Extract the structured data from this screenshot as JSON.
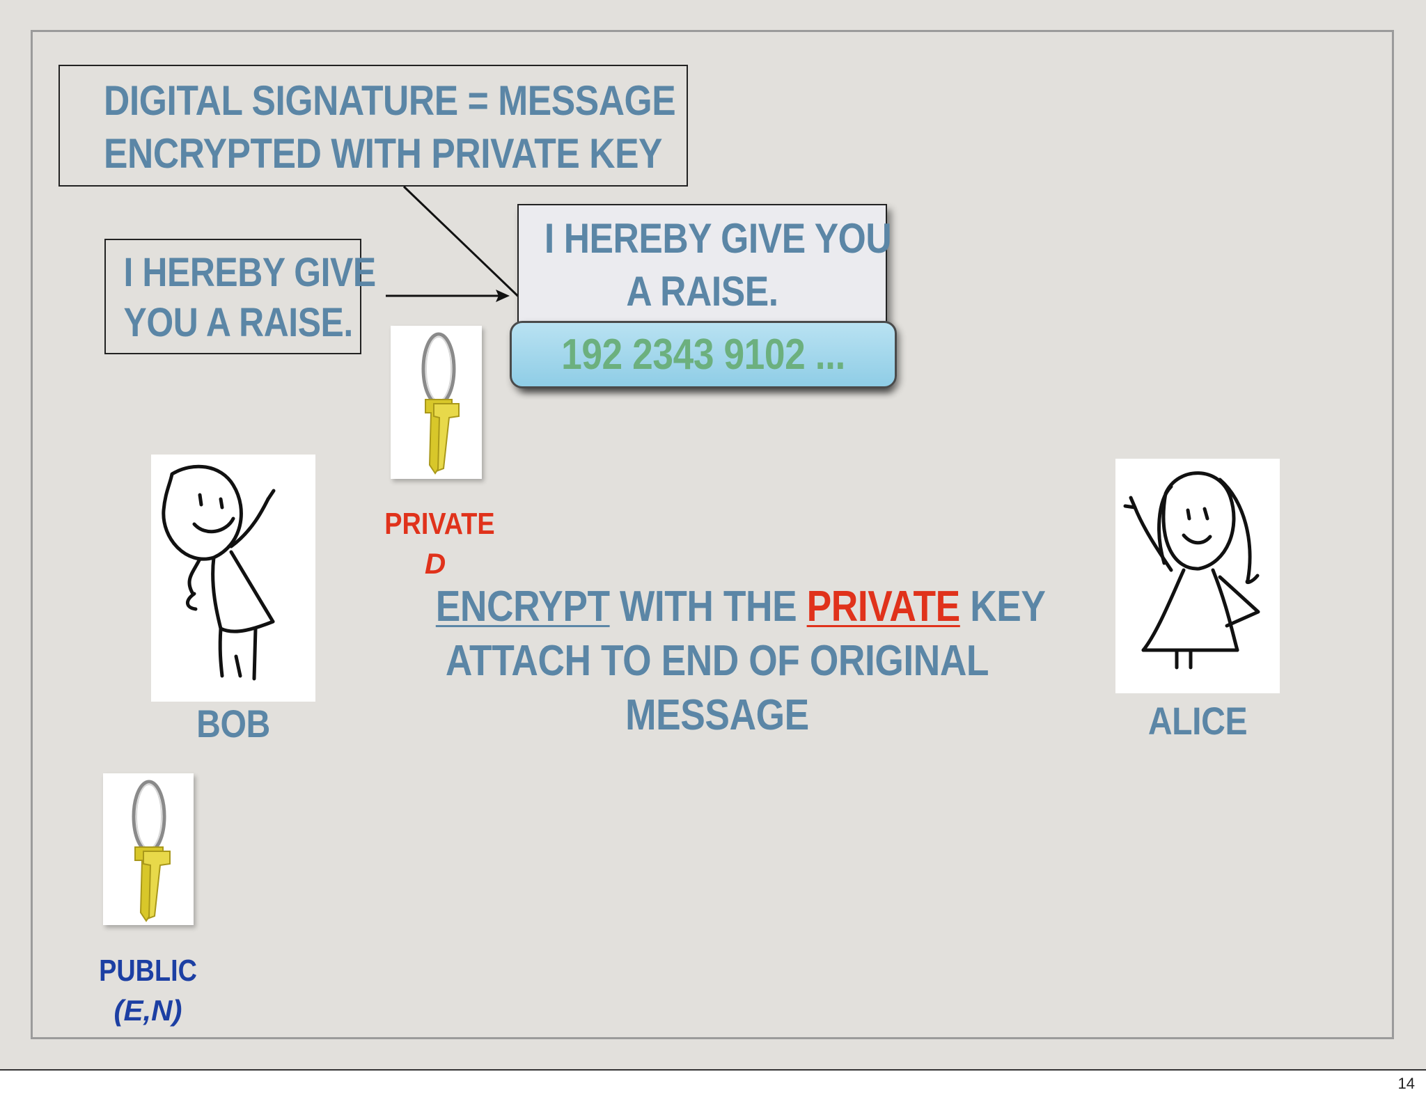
{
  "definition": {
    "line1": "DIGITAL SIGNATURE = MESSAGE",
    "line2": "ENCRYPTED WITH PRIVATE KEY"
  },
  "plain_message": {
    "line1": "I HEREBY GIVE",
    "line2": "YOU A RAISE."
  },
  "signed_message": {
    "line1": "I HEREBY GIVE YOU",
    "line2": "A RAISE.",
    "cipher": "192  2343  9102 ..."
  },
  "private_key": {
    "label": "PRIVATE",
    "symbol": "D",
    "color": "#e0321b"
  },
  "public_key": {
    "label": "PUBLIC",
    "symbol": "(E,N)",
    "color": "#1c3fa3"
  },
  "people": {
    "sender": "BOB",
    "receiver": "ALICE"
  },
  "instruction": {
    "w1": "ENCRYPT",
    "w2": "WITH THE",
    "w3": "PRIVATE",
    "w4": "KEY",
    "line2": "ATTACH TO END OF ORIGINAL",
    "line3": "MESSAGE"
  },
  "page_number": "14",
  "colors": {
    "text": "#5b86a6",
    "cipher_text": "#6cb07e",
    "background": "#e2e0dc"
  }
}
